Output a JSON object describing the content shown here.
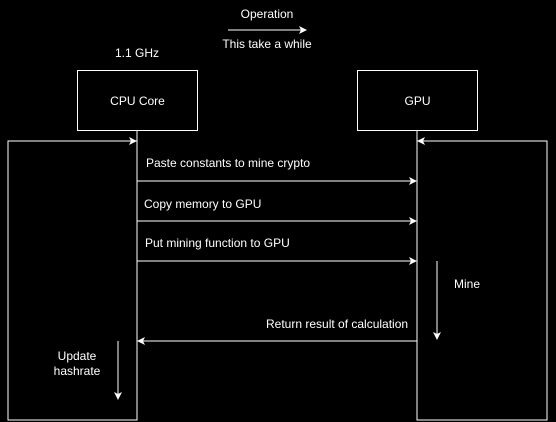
{
  "legend": {
    "operation_label": "Operation",
    "duration_label": "This take a while"
  },
  "cpu": {
    "title": "CPU Core",
    "clock": "1.1 GHz"
  },
  "gpu": {
    "title": "GPU"
  },
  "messages": {
    "paste_constants": "Paste constants to mine crypto",
    "copy_memory": "Copy memory to GPU",
    "put_function": "Put mining function to GPU",
    "return_result": "Return result of calculation"
  },
  "activities": {
    "mine": "Mine",
    "update_hashrate_line1": "Update",
    "update_hashrate_line2": "hashrate"
  },
  "colors": {
    "background": "#000000",
    "foreground": "#ffffff"
  }
}
